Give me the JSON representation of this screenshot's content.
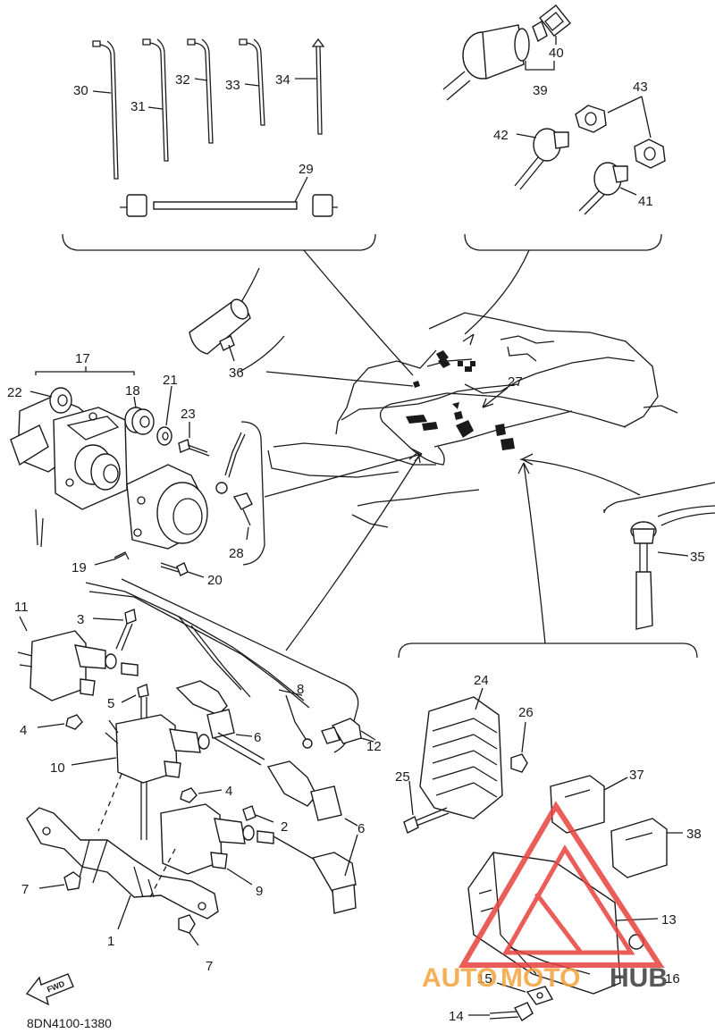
{
  "diagram_code": "8DN4100-1380",
  "fwd_label": "FWD",
  "watermark": {
    "brand_auto": "AUTO",
    "brand_moto": "MOTO",
    "brand_hub": "HUB",
    "color_primary": "#e8413c",
    "color_secondary": "#f2a33a",
    "color_dark": "#3a3a3a"
  },
  "callouts": {
    "c1": "1",
    "c2": "2",
    "c3": "3",
    "c4a": "4",
    "c4b": "4",
    "c5": "5",
    "c6a": "6",
    "c6b": "6",
    "c7a": "7",
    "c7b": "7",
    "c8": "8",
    "c9": "9",
    "c10": "10",
    "c11": "11",
    "c12": "12",
    "c13": "13",
    "c14": "14",
    "c15": "15",
    "c16": "16",
    "c17": "17",
    "c18": "18",
    "c19": "19",
    "c20": "20",
    "c21": "21",
    "c22": "22",
    "c23": "23",
    "c24": "24",
    "c25": "25",
    "c26": "26",
    "c27": "27",
    "c28": "28",
    "c29": "29",
    "c30": "30",
    "c31": "31",
    "c32": "32",
    "c33": "33",
    "c34": "34",
    "c35": "35",
    "c36": "36",
    "c37": "37",
    "c38": "38",
    "c39": "39",
    "c40": "40",
    "c41": "41",
    "c42": "42",
    "c43": "43"
  }
}
